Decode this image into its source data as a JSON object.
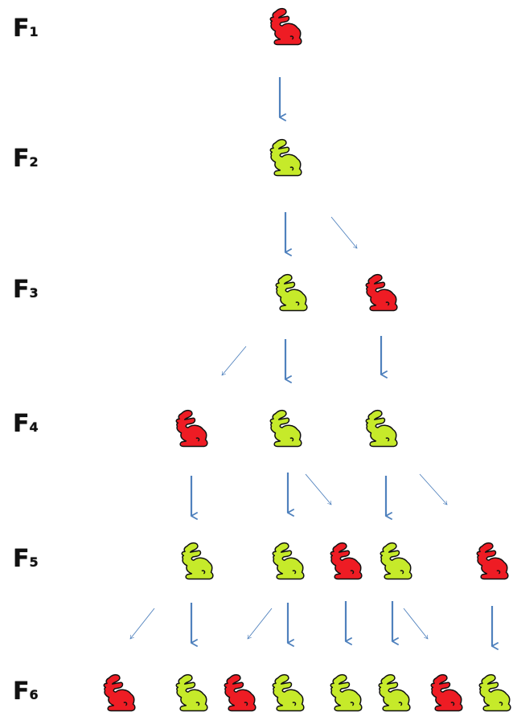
{
  "generations": [
    {
      "label": "F",
      "sub": "1"
    },
    {
      "label": "F",
      "sub": "2"
    },
    {
      "label": "F",
      "sub": "3"
    },
    {
      "label": "F",
      "sub": "4"
    },
    {
      "label": "F",
      "sub": "5"
    },
    {
      "label": "F",
      "sub": "6"
    }
  ],
  "colors": {
    "red_rabbit": "#ee1c24",
    "green_rabbit": "#c6ea2a",
    "outline": "#111111",
    "arrow": "#4f81bd"
  },
  "rabbits": [
    {
      "gen": 1,
      "color": "red"
    },
    {
      "gen": 2,
      "color": "green"
    },
    {
      "gen": 3,
      "color": "green"
    },
    {
      "gen": 3,
      "color": "red"
    },
    {
      "gen": 4,
      "color": "red"
    },
    {
      "gen": 4,
      "color": "green"
    },
    {
      "gen": 4,
      "color": "green"
    },
    {
      "gen": 5,
      "color": "green"
    },
    {
      "gen": 5,
      "color": "green"
    },
    {
      "gen": 5,
      "color": "red"
    },
    {
      "gen": 5,
      "color": "green"
    },
    {
      "gen": 5,
      "color": "red"
    },
    {
      "gen": 6,
      "color": "red"
    },
    {
      "gen": 6,
      "color": "green"
    },
    {
      "gen": 6,
      "color": "red"
    },
    {
      "gen": 6,
      "color": "green"
    },
    {
      "gen": 6,
      "color": "green"
    },
    {
      "gen": 6,
      "color": "green"
    },
    {
      "gen": 6,
      "color": "red"
    },
    {
      "gen": 6,
      "color": "green"
    }
  ],
  "arrows": [
    {
      "from_gen": 1,
      "kind": "thick"
    },
    {
      "from_gen": 2,
      "kind": "thick"
    },
    {
      "from_gen": 2,
      "kind": "thin"
    },
    {
      "from_gen": 3,
      "kind": "thin"
    },
    {
      "from_gen": 3,
      "kind": "thick"
    },
    {
      "from_gen": 3,
      "kind": "thick"
    },
    {
      "from_gen": 4,
      "kind": "thick"
    },
    {
      "from_gen": 4,
      "kind": "thick"
    },
    {
      "from_gen": 4,
      "kind": "thin"
    },
    {
      "from_gen": 4,
      "kind": "thick"
    },
    {
      "from_gen": 4,
      "kind": "thin"
    },
    {
      "from_gen": 5,
      "kind": "thin"
    },
    {
      "from_gen": 5,
      "kind": "thick"
    },
    {
      "from_gen": 5,
      "kind": "thin"
    },
    {
      "from_gen": 5,
      "kind": "thick"
    },
    {
      "from_gen": 5,
      "kind": "thick"
    },
    {
      "from_gen": 5,
      "kind": "thick"
    },
    {
      "from_gen": 5,
      "kind": "thin"
    },
    {
      "from_gen": 5,
      "kind": "thick"
    }
  ]
}
